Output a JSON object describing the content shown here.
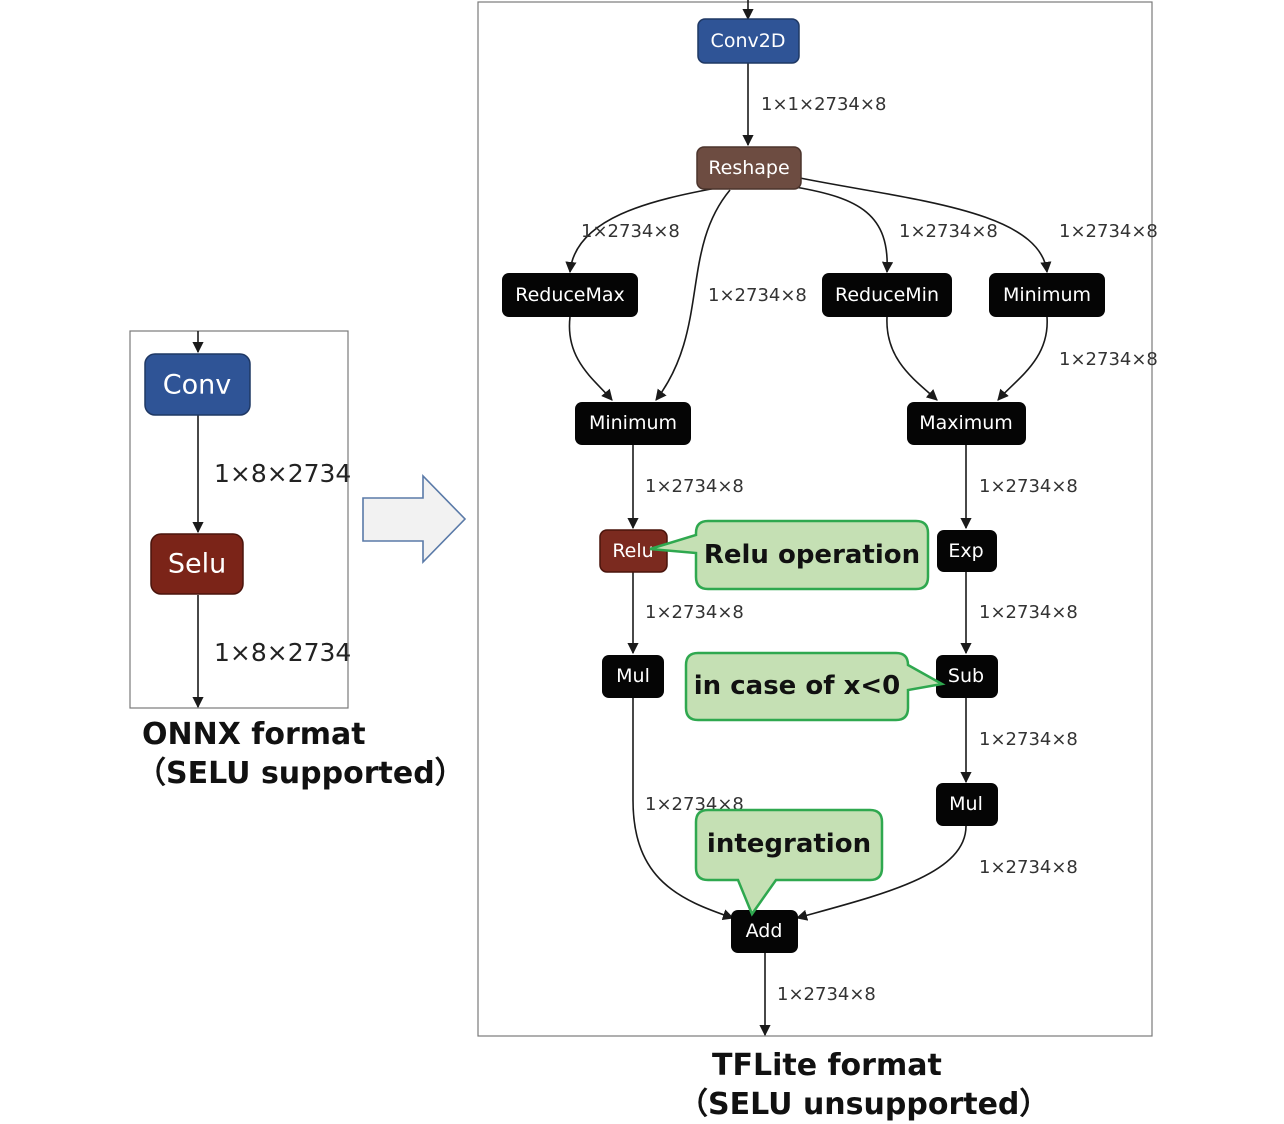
{
  "onnx": {
    "nodes": {
      "conv": "Conv",
      "selu": "Selu"
    },
    "edges": {
      "conv_selu": "1×8×2734",
      "selu_out": "1×8×2734"
    },
    "caption_line1": "ONNX format",
    "caption_line2": "（SELU supported）"
  },
  "tflite": {
    "nodes": {
      "conv2d": "Conv2D",
      "reshape": "Reshape",
      "reducemax": "ReduceMax",
      "reducemin": "ReduceMin",
      "minimum_top": "Minimum",
      "minimum_mid": "Minimum",
      "maximum": "Maximum",
      "relu": "Relu",
      "exp": "Exp",
      "mul_left": "Mul",
      "sub": "Sub",
      "mul_right": "Mul",
      "add": "Add"
    },
    "edges": {
      "conv2d_reshape": "1×1×2734×8",
      "reshape_reducemax": "1×2734×8",
      "reshape_minimum_mid": "1×2734×8",
      "reshape_reducemin": "1×2734×8",
      "reshape_minimum_top": "1×2734×8",
      "minimum_top_maximum": "1×2734×8",
      "minimum_relu": "1×2734×8",
      "maximum_exp": "1×2734×8",
      "relu_mul": "1×2734×8",
      "exp_sub": "1×2734×8",
      "sub_mul": "1×2734×8",
      "mul_add": "1×2734×8",
      "mul_right_add": "1×2734×8",
      "add_out": "1×2734×8"
    },
    "callouts": {
      "relu": "Relu operation",
      "negative": "in case of x<0",
      "integration": "integration"
    },
    "caption_line1": "TFLite format",
    "caption_line2": "（SELU unsupported）"
  },
  "colors": {
    "conv_blue": "#2f5496",
    "selu_red": "#7b2418",
    "reshape_brown": "#6d4c41",
    "relu_red": "#7b2a1f",
    "op_black": "#050505",
    "callout_fill": "#c5e0b4",
    "callout_border": "#2fa84f"
  },
  "icons": {
    "transform_arrow": "right-arrow-icon"
  }
}
